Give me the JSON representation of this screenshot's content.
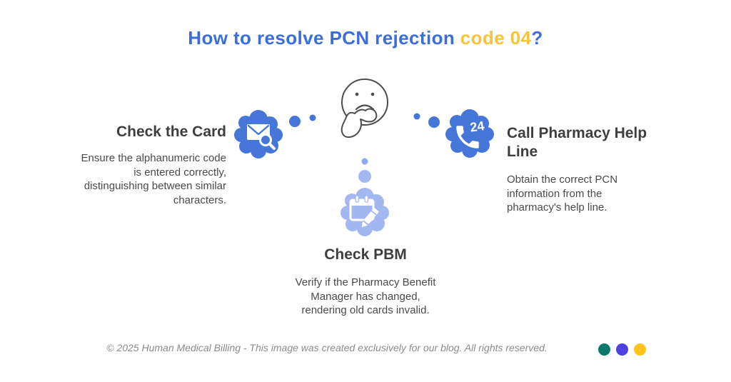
{
  "title": {
    "main": "How to resolve PCN rejection ",
    "accent": "code 04",
    "question": "?"
  },
  "steps": [
    {
      "id": "check-card",
      "title": "Check the Card",
      "description": "Ensure the alphanumeric code\nis entered correctly,\ndistinguishing between similar\ncharacters.",
      "icon": "envelope-search-icon"
    },
    {
      "id": "check-pbm",
      "title": "Check PBM",
      "description": "Verify if the Pharmacy Benefit\nManager has changed,\nrendering old cards invalid.",
      "icon": "calendar-pencil-icon"
    },
    {
      "id": "call-pharmacy-help-line",
      "title": "Call Pharmacy Help\nLine",
      "description": "Obtain the correct PCN\ninformation from the\npharmacy's help line.",
      "icon": "phone-24-icon",
      "badge": "24"
    }
  ],
  "illustration": {
    "center_icon": "thinking-face-icon",
    "trail_icons": [
      "thought-dots-left",
      "thought-dots-right",
      "thought-dots-down"
    ]
  },
  "footer": {
    "copyright": "© 2025 Human Medical Billing - This image was created exclusively for our blog. All rights reserved.",
    "dot_colors": [
      "#0b7a6b",
      "#4b40e2",
      "#fcc41d"
    ]
  },
  "colors": {
    "primary_blue": "#4677d8",
    "light_blue": "#a3b7f0",
    "title_blue": "#3b6ed8",
    "title_yellow": "#f6c33d",
    "heading_gray": "#3e3e3e",
    "body_gray": "#4a4a4a",
    "footer_gray": "#8b8b8b",
    "face_outline": "#4d4d4d"
  }
}
